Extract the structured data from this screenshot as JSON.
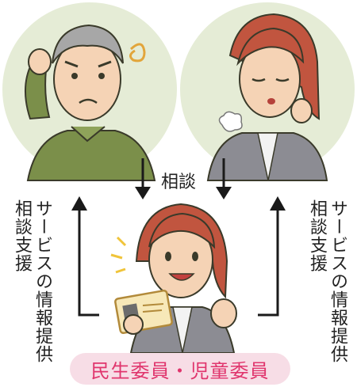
{
  "center_label": "相談",
  "left_label": {
    "line1": "サービスの情報提供",
    "line2": "相談支援"
  },
  "right_label": {
    "line1": "サービスの情報提供",
    "line2": "相談支援"
  },
  "badge_text": "民生委員・児童委員",
  "colors": {
    "badge_bg": "#f7dde6",
    "badge_text": "#e0356d",
    "circle_bg": "#e5ecd6",
    "arrow": "#1a1a1a"
  },
  "icons": [
    "worried-elderly-man",
    "worried-woman",
    "smiling-volunteer-with-id-card"
  ]
}
